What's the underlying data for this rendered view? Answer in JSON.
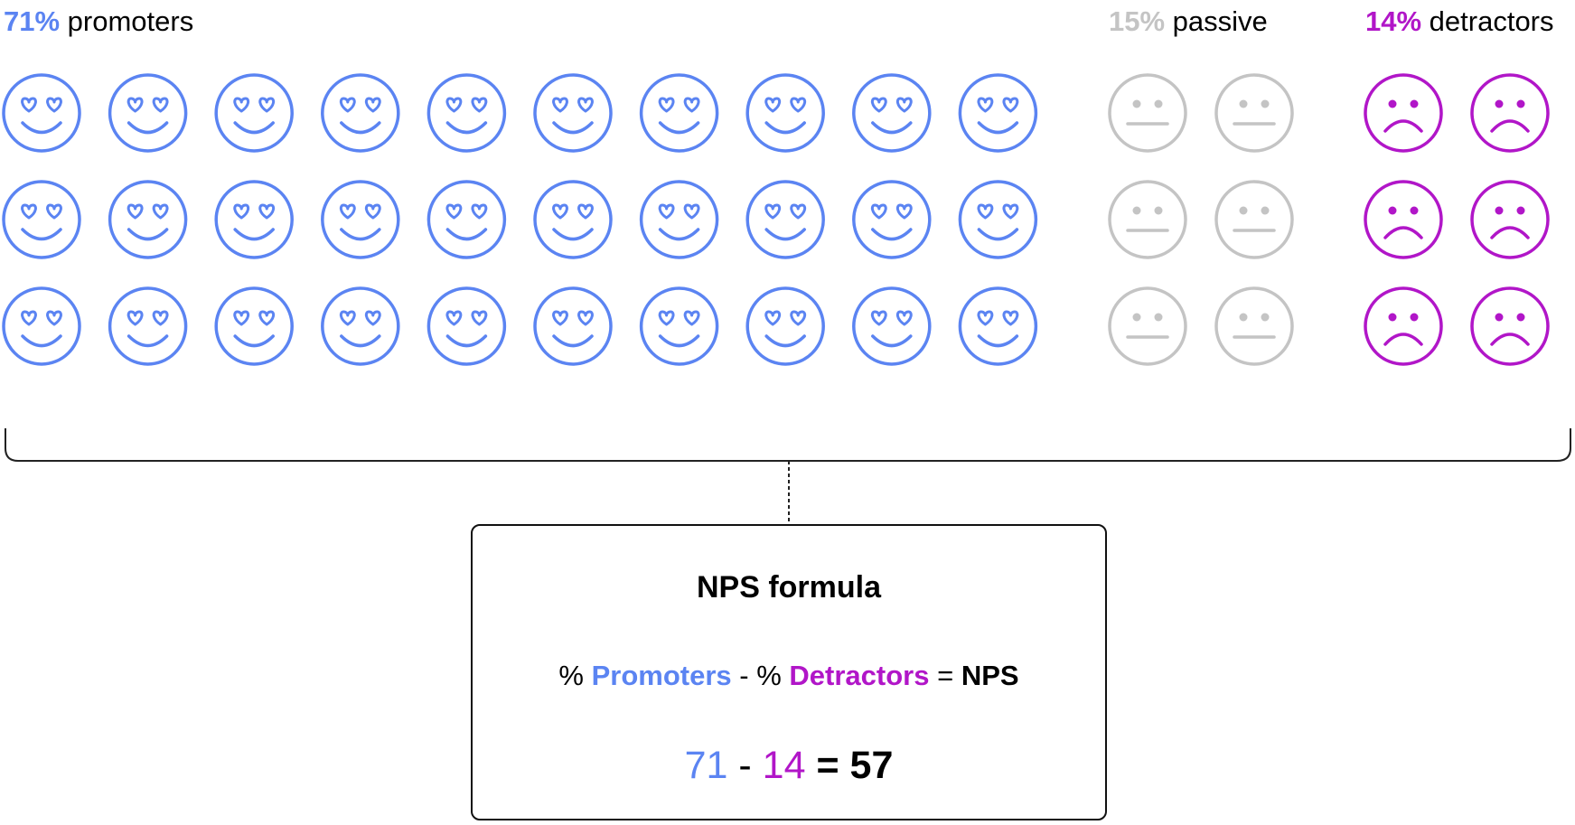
{
  "colors": {
    "promoter": "#5b84f2",
    "passive": "#c4c4c4",
    "detractor": "#b116c8",
    "text": "#000000"
  },
  "groups": {
    "promoters": {
      "percent": "71%",
      "label": "promoters",
      "count": 30,
      "icon": "heart-eyes-smiley-icon"
    },
    "passive": {
      "percent": "15%",
      "label": "passive",
      "count": 6,
      "icon": "neutral-face-icon"
    },
    "detractors": {
      "percent": "14%",
      "label": "detractors",
      "count": 6,
      "icon": "frowning-face-icon"
    }
  },
  "formula": {
    "title": "NPS formula",
    "words": {
      "pct1": "%",
      "promoters": "Promoters",
      "minus": "-",
      "pct2": "%",
      "detractors": "Detractors",
      "equals": "=",
      "nps": "NPS"
    },
    "numbers": {
      "promoters": "71",
      "minus": "-",
      "detractors": "14",
      "equals": "=",
      "result": "57"
    }
  }
}
